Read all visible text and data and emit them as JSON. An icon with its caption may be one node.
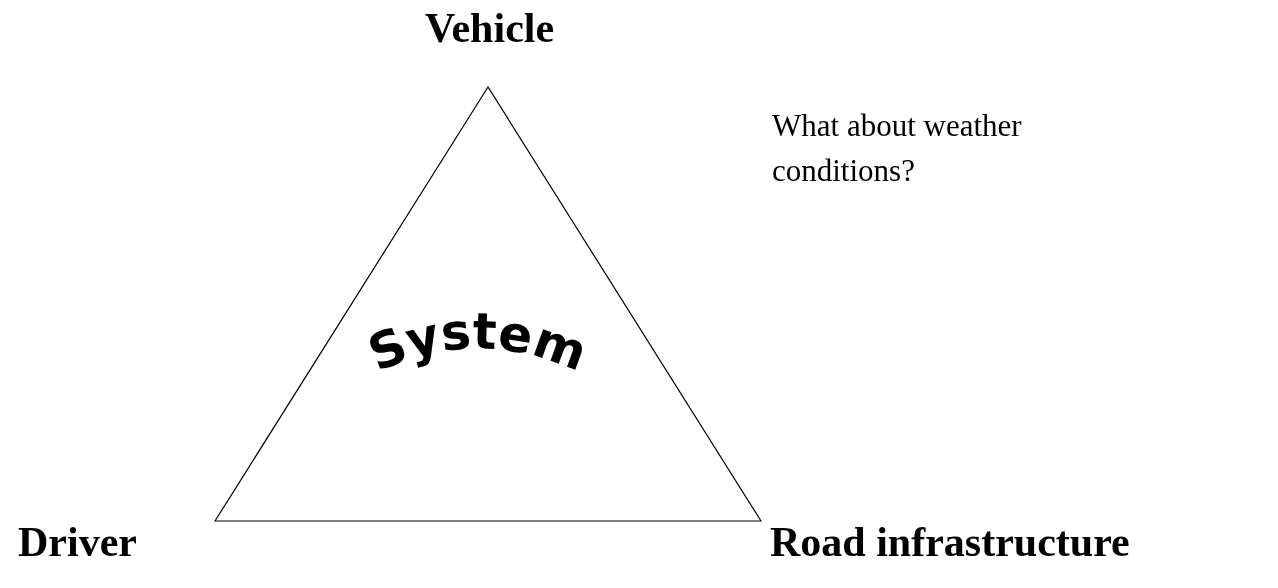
{
  "diagram": {
    "nodes": [
      {
        "text": [
          "System"
        ]
      }
    ],
    "edges": [],
    "labels": [
      "Vehicle",
      "What about weather conditions?",
      "Driver",
      "Road infrastructure"
    ]
  }
}
